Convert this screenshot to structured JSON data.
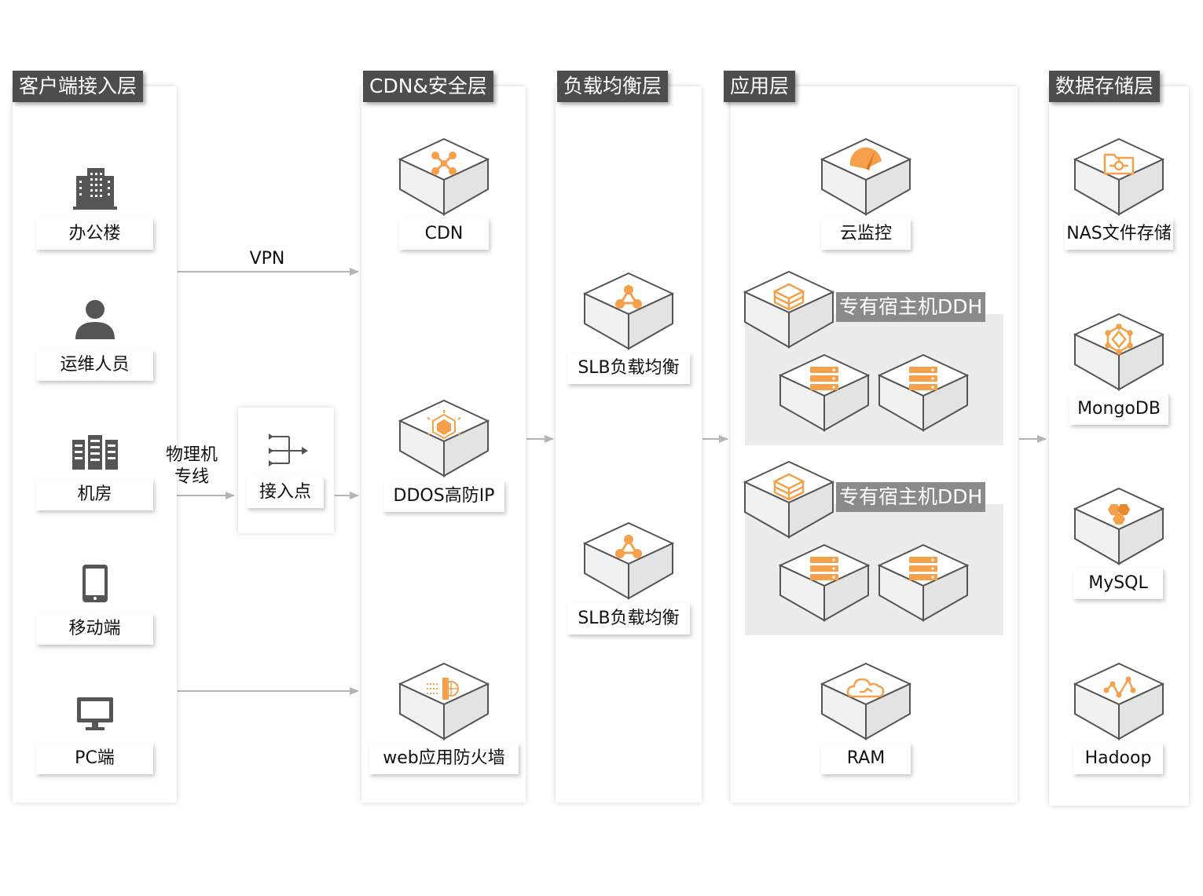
{
  "columns": {
    "client": {
      "title": "客户端接入层",
      "items": [
        {
          "label": "办公楼",
          "icon": "office-building-icon"
        },
        {
          "label": "运维人员",
          "icon": "person-icon"
        },
        {
          "label": "机房",
          "icon": "server-room-icon"
        },
        {
          "label": "移动端",
          "icon": "mobile-phone-icon"
        },
        {
          "label": "PC端",
          "icon": "pc-monitor-icon"
        }
      ]
    },
    "cdn": {
      "title": "CDN&安全层",
      "items": [
        {
          "label": "CDN",
          "icon": "cdn-network-icon"
        },
        {
          "label": "DDOS高防IP",
          "icon": "ddos-shield-icon"
        },
        {
          "label": "web应用防火墙",
          "icon": "web-firewall-icon"
        }
      ]
    },
    "lb": {
      "title": "负载均衡层",
      "items": [
        {
          "label": "SLB负载均衡",
          "icon": "slb-icon"
        },
        {
          "label": "SLB负载均衡",
          "icon": "slb-icon"
        }
      ]
    },
    "app": {
      "title": "应用层",
      "monitor_label": "云监控",
      "ddh_label_1": "专有宿主机DDH",
      "ddh_label_2": "专有宿主机DDH",
      "ram_label": "RAM"
    },
    "data": {
      "title": "数据存储层",
      "items": [
        {
          "label": "NAS文件存储",
          "icon": "nas-folder-icon"
        },
        {
          "label": "MongoDB",
          "icon": "mongodb-icon"
        },
        {
          "label": "MySQL",
          "icon": "mysql-icon"
        },
        {
          "label": "Hadoop",
          "icon": "hadoop-icon"
        }
      ]
    }
  },
  "connections": {
    "vpn": "VPN",
    "leased_line": "物理机\n专线",
    "access_point": "接入点"
  },
  "colors": {
    "accent_orange": "#f5a04a",
    "title_bg": "#4d4d4d",
    "tag_bg": "#8a8a8a",
    "arrow": "#b5b5b5"
  }
}
